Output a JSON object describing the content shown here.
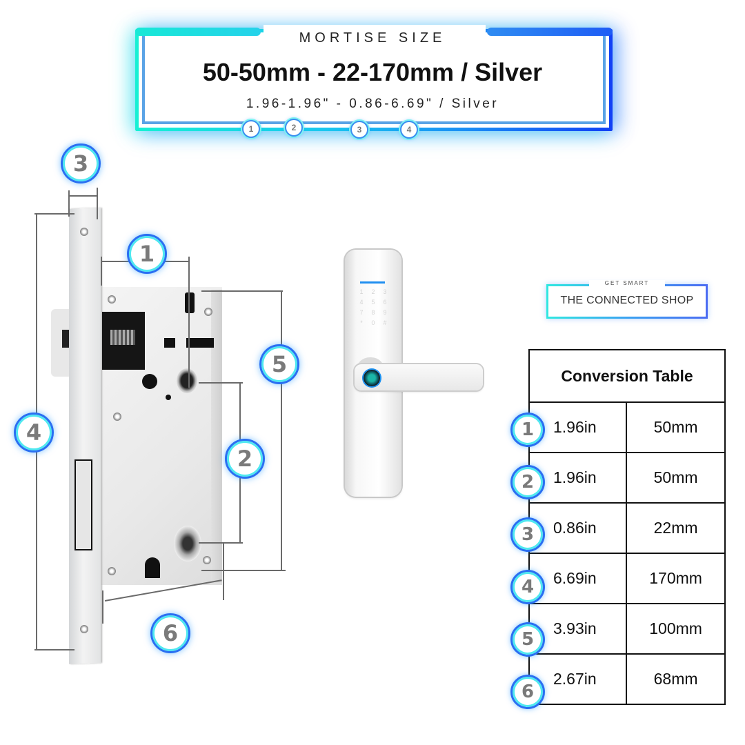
{
  "header": {
    "kicker": "MORTISE SIZE",
    "title": "50-50mm - 22-170mm / Silver",
    "subtitle": "1.96-1.96\" - 0.86-6.69\" / Silver",
    "mini_badges": [
      "1",
      "2",
      "3",
      "4"
    ]
  },
  "diagram": {
    "badges": {
      "b1": "1",
      "b2": "2",
      "b3": "3",
      "b4": "4",
      "b5": "5",
      "b6": "6"
    },
    "keypad": [
      "1",
      "2",
      "3",
      "4",
      "5",
      "6",
      "7",
      "8",
      "9",
      "*",
      "0",
      "#"
    ]
  },
  "logo": {
    "kicker": "GET SMART",
    "name": "THE CONNECTED SHOP"
  },
  "conversion_table": {
    "title": "Conversion Table",
    "rows": [
      {
        "badge": "1",
        "inches": "1.96in",
        "mm": "50mm"
      },
      {
        "badge": "2",
        "inches": "1.96in",
        "mm": "50mm"
      },
      {
        "badge": "3",
        "inches": "0.86in",
        "mm": "22mm"
      },
      {
        "badge": "4",
        "inches": "6.69in",
        "mm": "170mm"
      },
      {
        "badge": "5",
        "inches": "3.93in",
        "mm": "100mm"
      },
      {
        "badge": "6",
        "inches": "2.67in",
        "mm": "68mm"
      }
    ]
  },
  "colors": {
    "accent_cyan": "#17f0d4",
    "accent_blue": "#1240f5",
    "badge_text": "#7a7a7a",
    "led_blue": "#1f8ef0"
  }
}
